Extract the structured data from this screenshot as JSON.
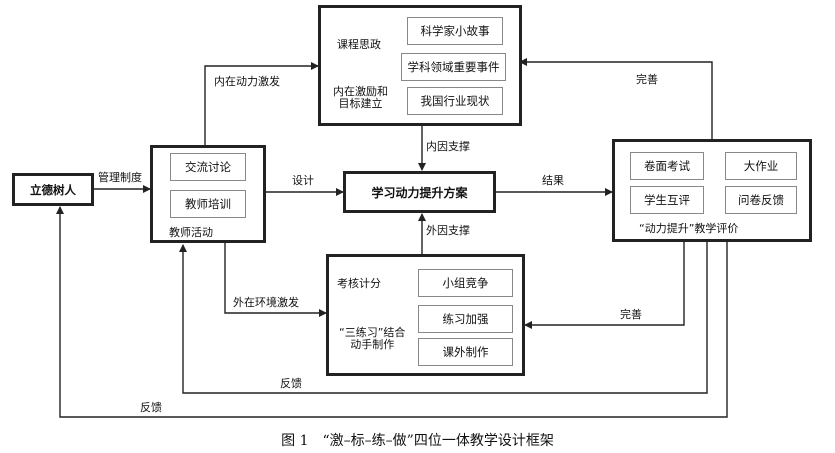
{
  "nodes": {
    "lide": "立德树人",
    "teacher": {
      "label": "教师活动",
      "items": [
        "交流讨论",
        "教师培训"
      ]
    },
    "center": "学习动力提升方案",
    "course": {
      "label1": "课程思政",
      "label2": "内在激励和\n目标建立",
      "items": [
        "科学家小故事",
        "学科领域重要事件",
        "我国行业现状"
      ]
    },
    "practice": {
      "label1": "考核计分",
      "label2": "“三练习”结合\n动手制作",
      "items": [
        "小组竞争",
        "练习加强",
        "课外制作"
      ]
    },
    "eval": {
      "label": "“动力提升”教学评价",
      "items": [
        "卷面考试",
        "大作业",
        "学生互评",
        "问卷反馈"
      ]
    }
  },
  "edges": {
    "management": "管理制度",
    "design": "设计",
    "result": "结果",
    "inner_motive": "内在动力激发",
    "inner_support": "内因支撑",
    "outer_env": "外在环境激发",
    "outer_support": "外因支撑",
    "improve_top": "完善",
    "improve_bottom": "完善",
    "feedback_inner": "反馈",
    "feedback_outer": "反馈"
  },
  "caption": "图 1　“激–标–练–做”四位一体教学设计框架"
}
